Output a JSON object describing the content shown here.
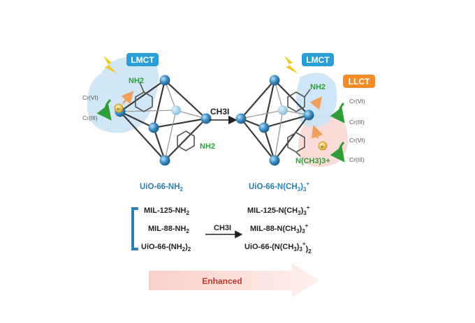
{
  "left_mof": {
    "badge": "LMCT",
    "group_top": "NH2",
    "group_bottom": "NH2",
    "cr6": "Cr(VI)",
    "cr3": "Cr(III)",
    "electron": "e-",
    "name": "UiO-66-NH",
    "name_sub": "2"
  },
  "reaction": {
    "reagent": "CH3I"
  },
  "right_mof": {
    "badge_lmct": "LMCT",
    "badge_llct": "LLCT",
    "group_top": "NH2",
    "group_bottom": "N(CH3)3+",
    "cr6_a": "Cr(VI)",
    "cr3_a": "Cr(III)",
    "cr6_b": "Cr(VI)",
    "cr3_b": "Cr(III)",
    "electron": "e-",
    "name": "UiO-66-N(CH",
    "name_sub": "3",
    "name_tail": ")",
    "name_sub2": "3",
    "name_sup": "+"
  },
  "series": {
    "reagent": "CH3I",
    "left": [
      {
        "text": "MIL-125-NH",
        "sub": "2"
      },
      {
        "text": "MIL-88-NH",
        "sub": "2"
      },
      {
        "text": "UiO-66-(NH",
        "sub": "2",
        "tail": ")",
        "sub2": "2"
      }
    ],
    "right": [
      {
        "text": "MIL-125-N(CH",
        "sub": "3",
        "tail": ")",
        "sub2": "3",
        "sup": "+"
      },
      {
        "text": "MIL-88-N(CH",
        "sub": "3",
        "tail": ")",
        "sub2": "3",
        "sup": "+"
      },
      {
        "text": "UiO-66-(N(CH",
        "sub": "3",
        "tail": ")",
        "sub2": "3",
        "sup": "+",
        "tail2": ")",
        "sub3": "2"
      }
    ]
  },
  "enhanced": {
    "label": "Enhanced"
  },
  "colors": {
    "badge_blue": "#2a9fd6",
    "badge_orange": "#f28c28",
    "node_blue": "#3b8fc4",
    "label_blue": "#2a7fb5",
    "green": "#2f9e3a",
    "halo_blue": "#c9e3f4",
    "halo_pink": "#f8d7d3",
    "arrow_red": "#c0392b"
  }
}
